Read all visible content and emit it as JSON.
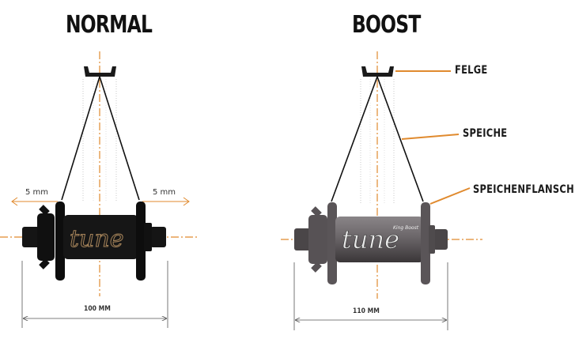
{
  "normal": {
    "title": "NORMAL",
    "offset_left": "5 mm",
    "offset_right": "5 mm",
    "width": "100 MM",
    "brand": "tune"
  },
  "boost": {
    "title": "BOOST",
    "width": "110 MM",
    "brand": "tune",
    "model": "King Boost"
  },
  "labels": {
    "rim": "FELGE",
    "spoke": "SPEICHE",
    "flange": "SPEICHENFLANSCH"
  },
  "colors": {
    "accent": "#e08a2e",
    "normal_hub": "#121212",
    "boost_hub": "#5e5a5d",
    "dim_line": "#555555"
  }
}
